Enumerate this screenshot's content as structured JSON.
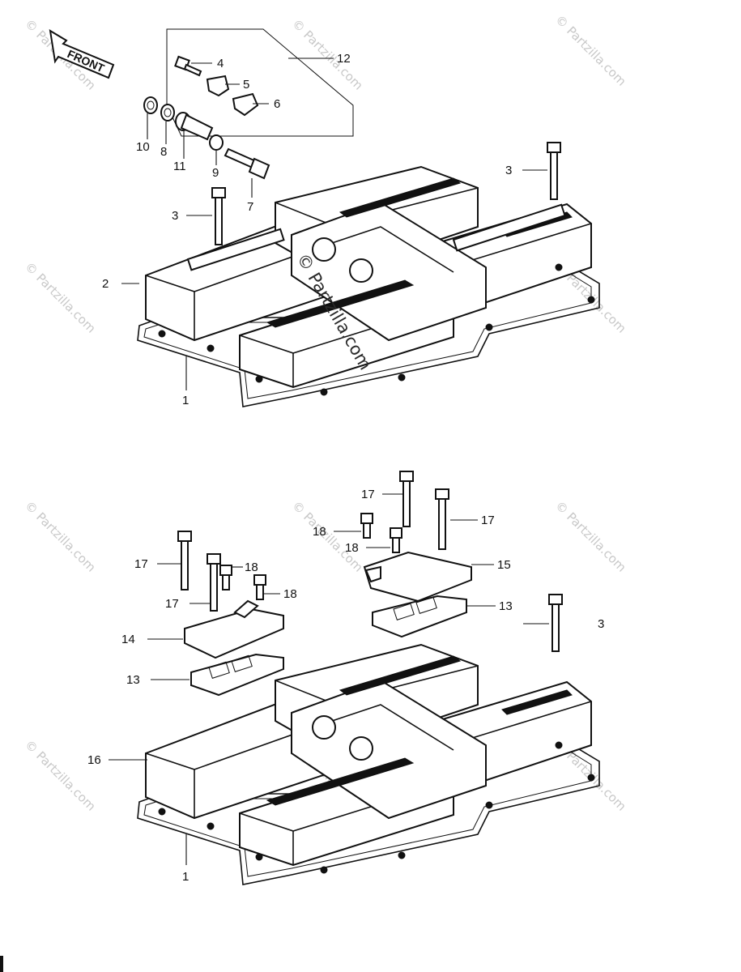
{
  "front_label": "FRONT",
  "watermark": "© Partzilla.com",
  "center_watermark": "© Partzilla.com",
  "callouts": {
    "c1a": "1",
    "c2": "2",
    "c3a": "3",
    "c3b": "3",
    "c4": "4",
    "c5": "5",
    "c6": "6",
    "c7": "7",
    "c8": "8",
    "c9": "9",
    "c10": "10",
    "c11": "11",
    "c12": "12",
    "c1b": "1",
    "c3c": "3",
    "c13a": "13",
    "c13b": "13",
    "c14": "14",
    "c15": "15",
    "c16": "16",
    "c17a": "17",
    "c17b": "17",
    "c17c": "17",
    "c17d": "17",
    "c18a": "18",
    "c18b": "18",
    "c18c": "18",
    "c18d": "18"
  }
}
